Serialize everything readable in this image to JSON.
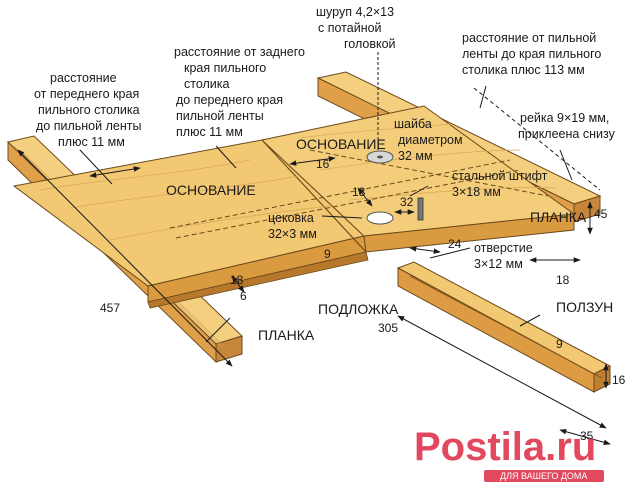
{
  "labels": {
    "front_edge_distance": [
      "расстояние",
      "от переднего края",
      "пильного столика",
      "до пильной ленты",
      "плюс 11 мм"
    ],
    "back_edge_distance": [
      "расстояние от заднего",
      "края пильного",
      "столика",
      "до переднего края",
      "пильной ленты",
      "плюс 11 мм"
    ],
    "screw": [
      "шуруп 4,2×13",
      "с потайной",
      "головкой"
    ],
    "band_distance": [
      "расстояние от пильной",
      "ленты до края пильного",
      "столика плюс 113 мм"
    ],
    "rail": [
      "рейка 9×19 мм,",
      "приклеена снизу"
    ],
    "washer": [
      "шайба",
      "диаметром",
      "32 мм"
    ],
    "steel_pin": [
      "стальной штифт",
      "3×18 мм"
    ],
    "countersink": [
      "цековка",
      "32×3 мм"
    ],
    "hole": [
      "отверстие",
      "3×12 мм"
    ],
    "base_left": "ОСНОВАНИЕ",
    "base_right": "ОСНОВАНИЕ",
    "planka_right": "ПЛАНКА",
    "planka_left": "ПЛАНКА",
    "podlozhka": "ПОДЛОЖКА",
    "polzun": "ПОЛЗУН"
  },
  "dimensions": {
    "d16": "16",
    "d13": "13",
    "d32": "32",
    "d45": "45",
    "d24": "24",
    "d18a": "18",
    "d18b": "18",
    "d9a": "9",
    "d6": "6",
    "d457": "457",
    "d305": "305",
    "d9b": "9",
    "d16b": "16",
    "d35": "35"
  },
  "watermark": {
    "text": "Postila.ru",
    "sub": "ДЛЯ ВАШЕГО ДОМА"
  },
  "colors": {
    "wood_top": "#f2c873",
    "wood_side": "#d99a40",
    "wood_dark": "#b8782c",
    "line": "#1a1a1a",
    "watermark": "#e2495e"
  }
}
